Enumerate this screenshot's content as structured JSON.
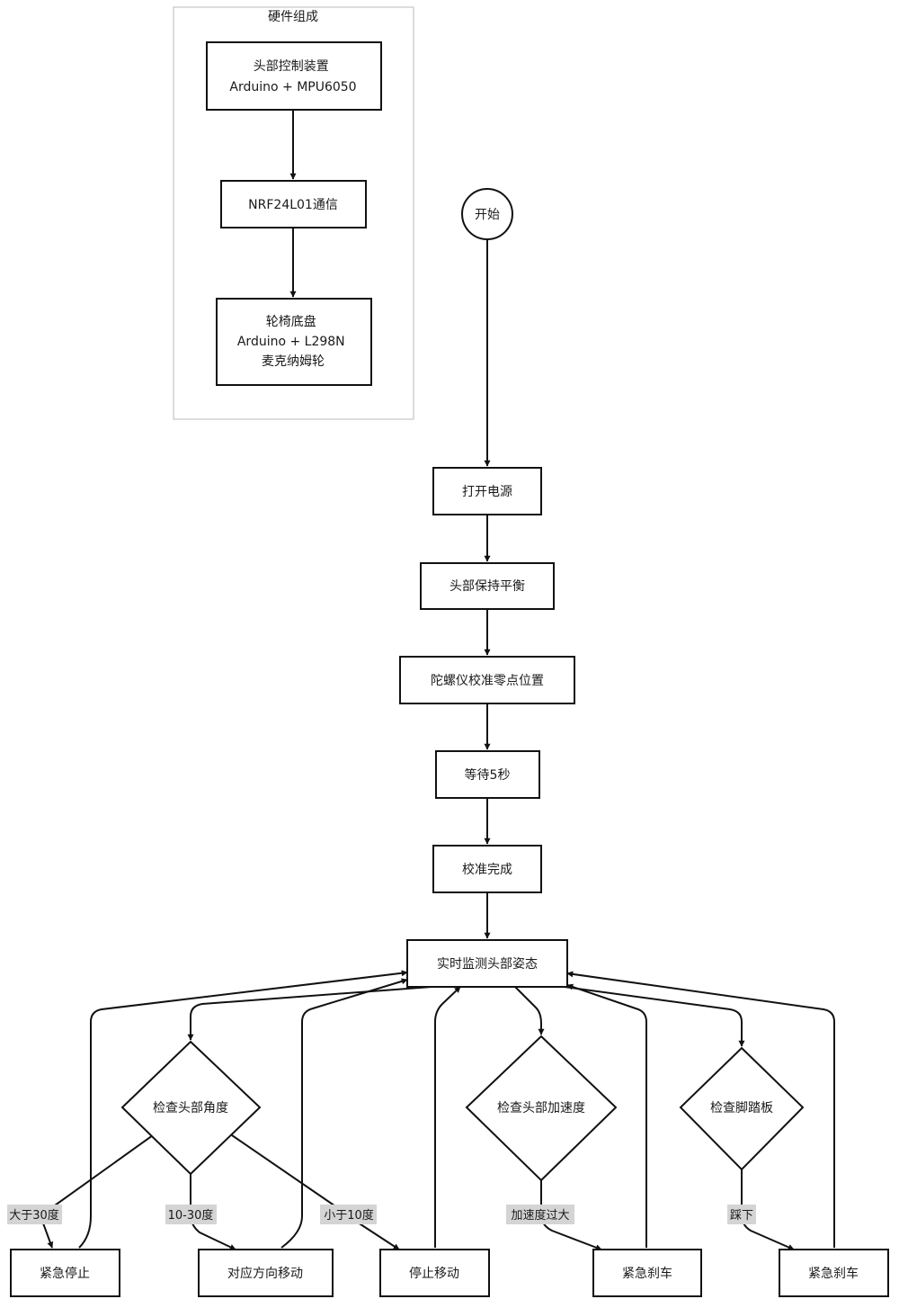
{
  "group": {
    "title": "硬件组成"
  },
  "nodes": {
    "head_ctrl": [
      "头部控制装置",
      "Arduino + MPU6050"
    ],
    "nrf": [
      "NRF24L01通信"
    ],
    "chassis": [
      "轮椅底盘",
      "Arduino + L298N",
      "麦克纳姆轮"
    ],
    "start": [
      "开始"
    ],
    "power": [
      "打开电源"
    ],
    "balance": [
      "头部保持平衡"
    ],
    "calib": [
      "陀螺仪校准零点位置"
    ],
    "wait": [
      "等待5秒"
    ],
    "done": [
      "校准完成"
    ],
    "monitor": [
      "实时监测头部姿态"
    ],
    "check_angle": [
      "检查头部角度"
    ],
    "check_accel": [
      "检查头部加速度"
    ],
    "check_pedal": [
      "检查脚踏板"
    ],
    "estop": [
      "紧急停止"
    ],
    "move_dir": [
      "对应方向移动"
    ],
    "stop": [
      "停止移动"
    ],
    "brake1": [
      "紧急刹车"
    ],
    "brake2": [
      "紧急刹车"
    ]
  },
  "edge_labels": {
    "gt30": "大于30度",
    "r10_30": "10-30度",
    "lt10": "小于10度",
    "accel_high": "加速度过大",
    "pedal_down": "踩下"
  }
}
